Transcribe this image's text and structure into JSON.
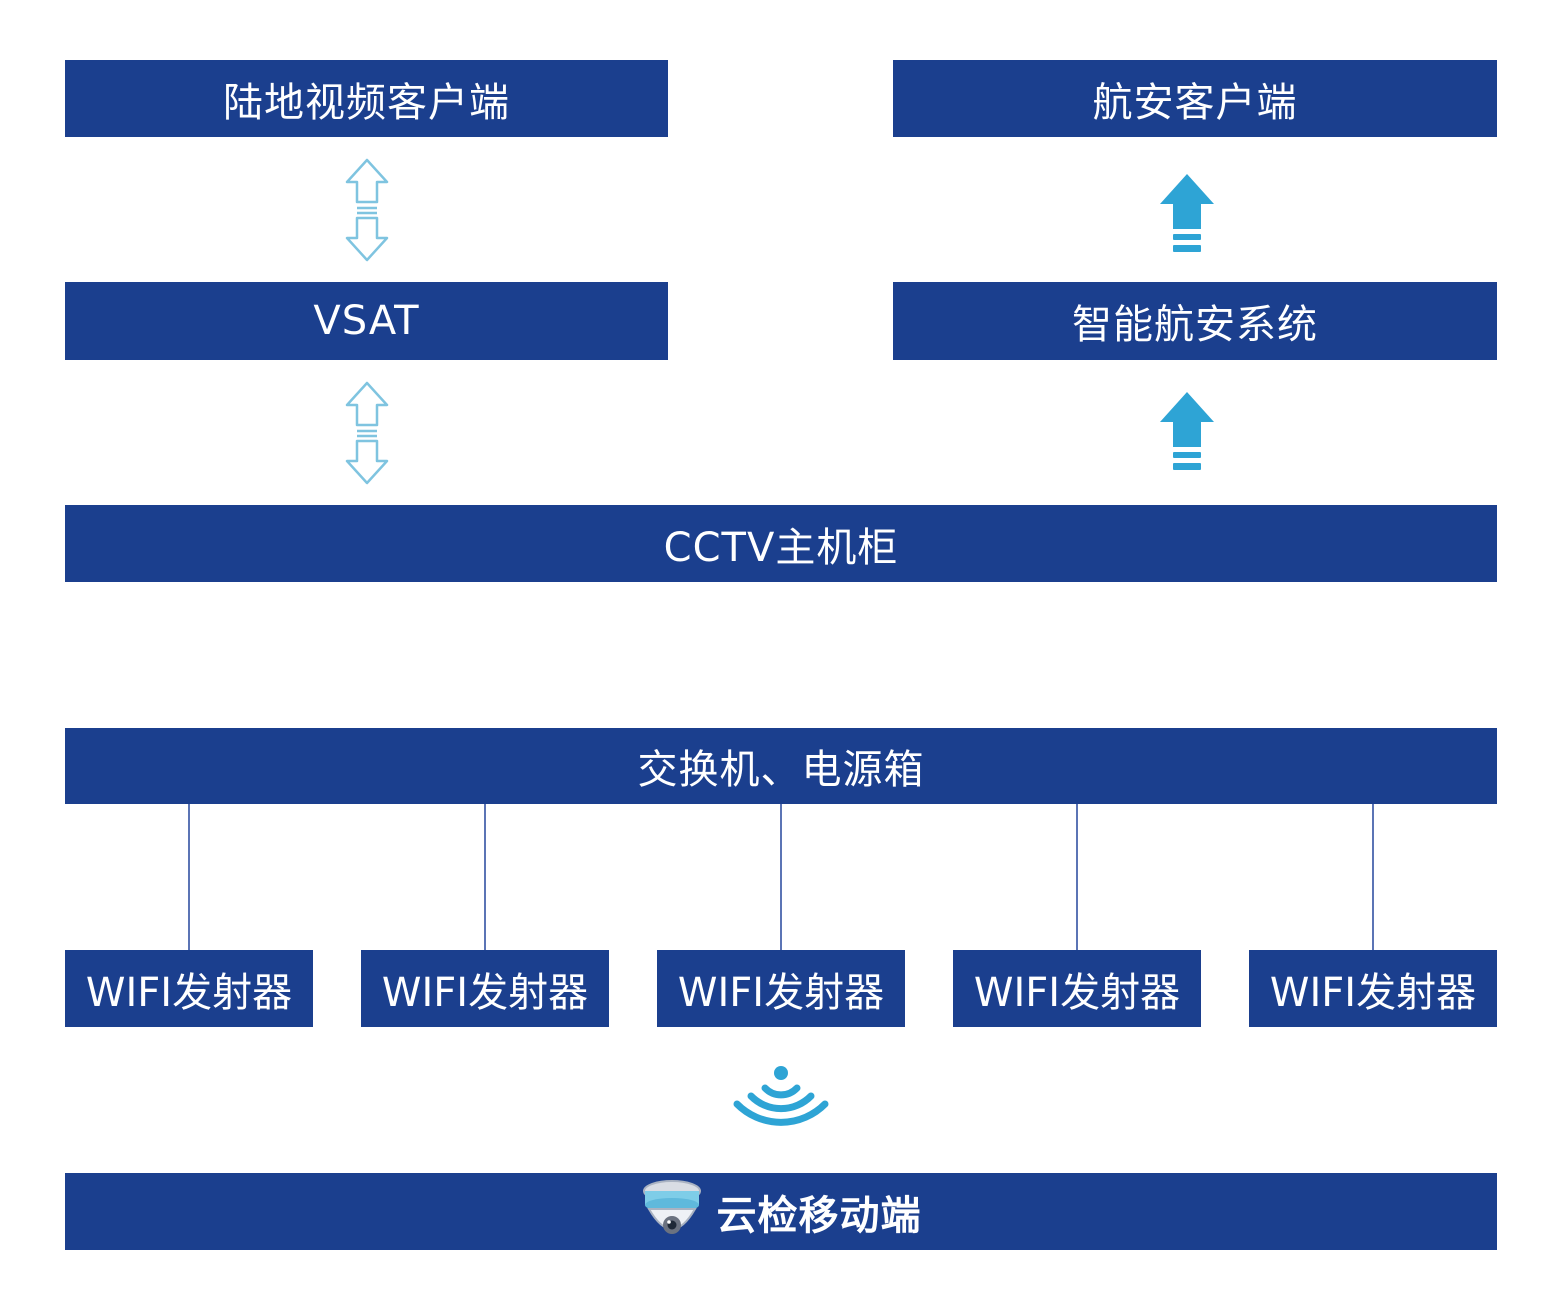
{
  "nodes": {
    "land_video_client": "陆地视频客户端",
    "nav_safety_client": "航安客户端",
    "vsat": "VSAT",
    "smart_nav_system": "智能航安系统",
    "cctv_cabinet": "CCTV主机柜",
    "switch_power_box": "交换机、电源箱",
    "mobile_terminal": "云检移动端"
  },
  "wifi_transmitters": [
    {
      "label": "WIFI发射器"
    },
    {
      "label": "WIFI发射器"
    },
    {
      "label": "WIFI发射器"
    },
    {
      "label": "WIFI发射器"
    },
    {
      "label": "WIFI发射器"
    }
  ],
  "colors": {
    "box": "#1b3f8e",
    "bidirectional_arrow": "#7fc4e0",
    "up_arrow": "#2ea4d5",
    "wifi_signal": "#2ea4d5",
    "connector": "#5b74b5"
  },
  "icons": {
    "bidirectional": "double-arrow-outline-icon",
    "upward": "up-arrow-solid-icon",
    "wifi": "wifi-signal-icon",
    "camera": "dome-camera-icon"
  }
}
